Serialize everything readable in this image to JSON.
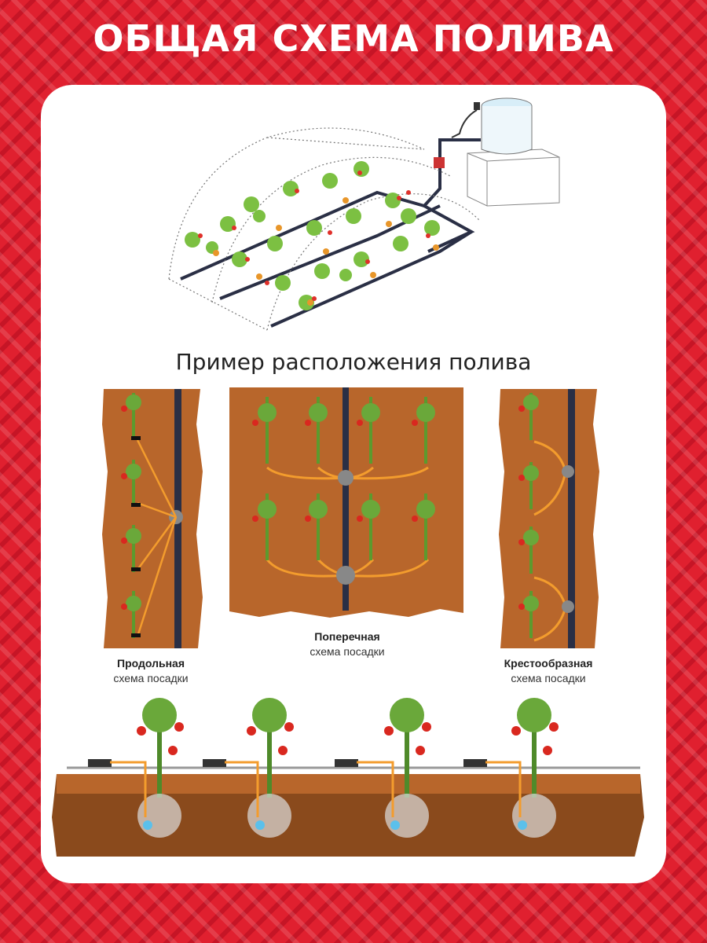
{
  "header": {
    "title": "ОБЩАЯ СХЕМА ПОЛИВА"
  },
  "section": {
    "subtitle": "Пример расположения полива"
  },
  "schemes": [
    {
      "bold": "Продольная",
      "normal": "схема посадки"
    },
    {
      "bold": "Поперечная",
      "normal": "схема посадки"
    },
    {
      "bold": "Крестообразная",
      "normal": "схема посадки"
    }
  ],
  "colors": {
    "background": "#e0202f",
    "soil": "#b8662b",
    "soil_dark": "#8a4a1c",
    "tube": "#f39c2d",
    "pipe": "#2a2f45",
    "leaf": "#6aa83a",
    "tomato": "#d9281f"
  }
}
